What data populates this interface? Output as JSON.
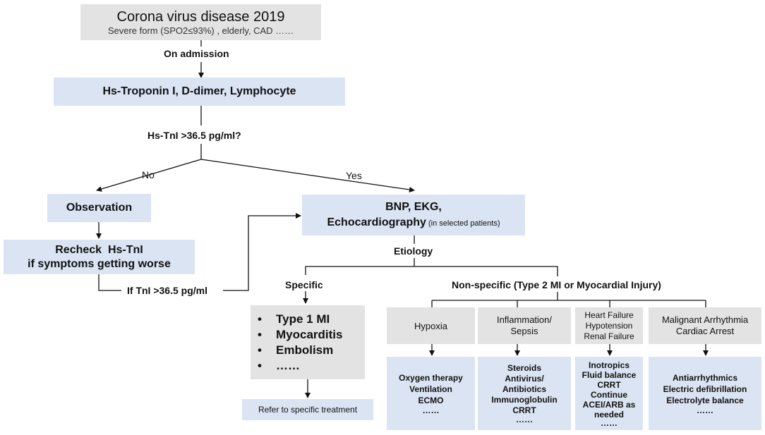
{
  "top": {
    "title": "Corona virus disease 2019",
    "subtitle": "Severe form (SPO2≤93%)   , elderly, CAD ……"
  },
  "labels": {
    "on_admission": "On admission",
    "hs_question": "Hs-TnI >36.5 pg/ml?",
    "no": "No",
    "yes": "Yes",
    "etiology": "Etiology",
    "if_tni": "If TnI >36.5 pg/ml",
    "specific": "Specific",
    "nonspecific": "Non-specific (Type 2 MI or Myocardial Injury)"
  },
  "tests": "Hs-Troponin I, D-dimer, Lymphocyte",
  "observation": "Observation",
  "recheck": [
    "Recheck  Hs-TnI",
    "if symptoms getting worse"
  ],
  "bnp": {
    "line1": "BNP, EKG,",
    "line2": "Echocardiography",
    "note": " (in selected patients)"
  },
  "specific_list": [
    "Type 1 MI",
    "Myocarditis",
    "Embolism",
    "……"
  ],
  "bullet": "•",
  "refer": "Refer to specific treatment",
  "categories": [
    {
      "title": [
        "Hypoxia"
      ],
      "treatments": [
        "Oxygen therapy",
        "Ventilation",
        "ECMO",
        "……"
      ]
    },
    {
      "title": [
        "Inflammation/",
        "Sepsis"
      ],
      "treatments": [
        "Steroids",
        "Antivirus/",
        "Antibiotics",
        "Immunoglobulin",
        "CRRT",
        "……"
      ]
    },
    {
      "title": [
        "Heart Failure",
        "Hypotension",
        "Renal Failure"
      ],
      "treatments": [
        "Inotropics",
        "Fluid balance",
        "CRRT",
        "Continue",
        "ACEI/ARB as",
        "needed",
        "……"
      ]
    },
    {
      "title": [
        "Malignant Arrhythmia",
        "Cardiac Arrest"
      ],
      "treatments": [
        "Antiarrhythmics",
        "Electric defibrillation",
        "Electrolyte balance",
        "……"
      ]
    }
  ]
}
